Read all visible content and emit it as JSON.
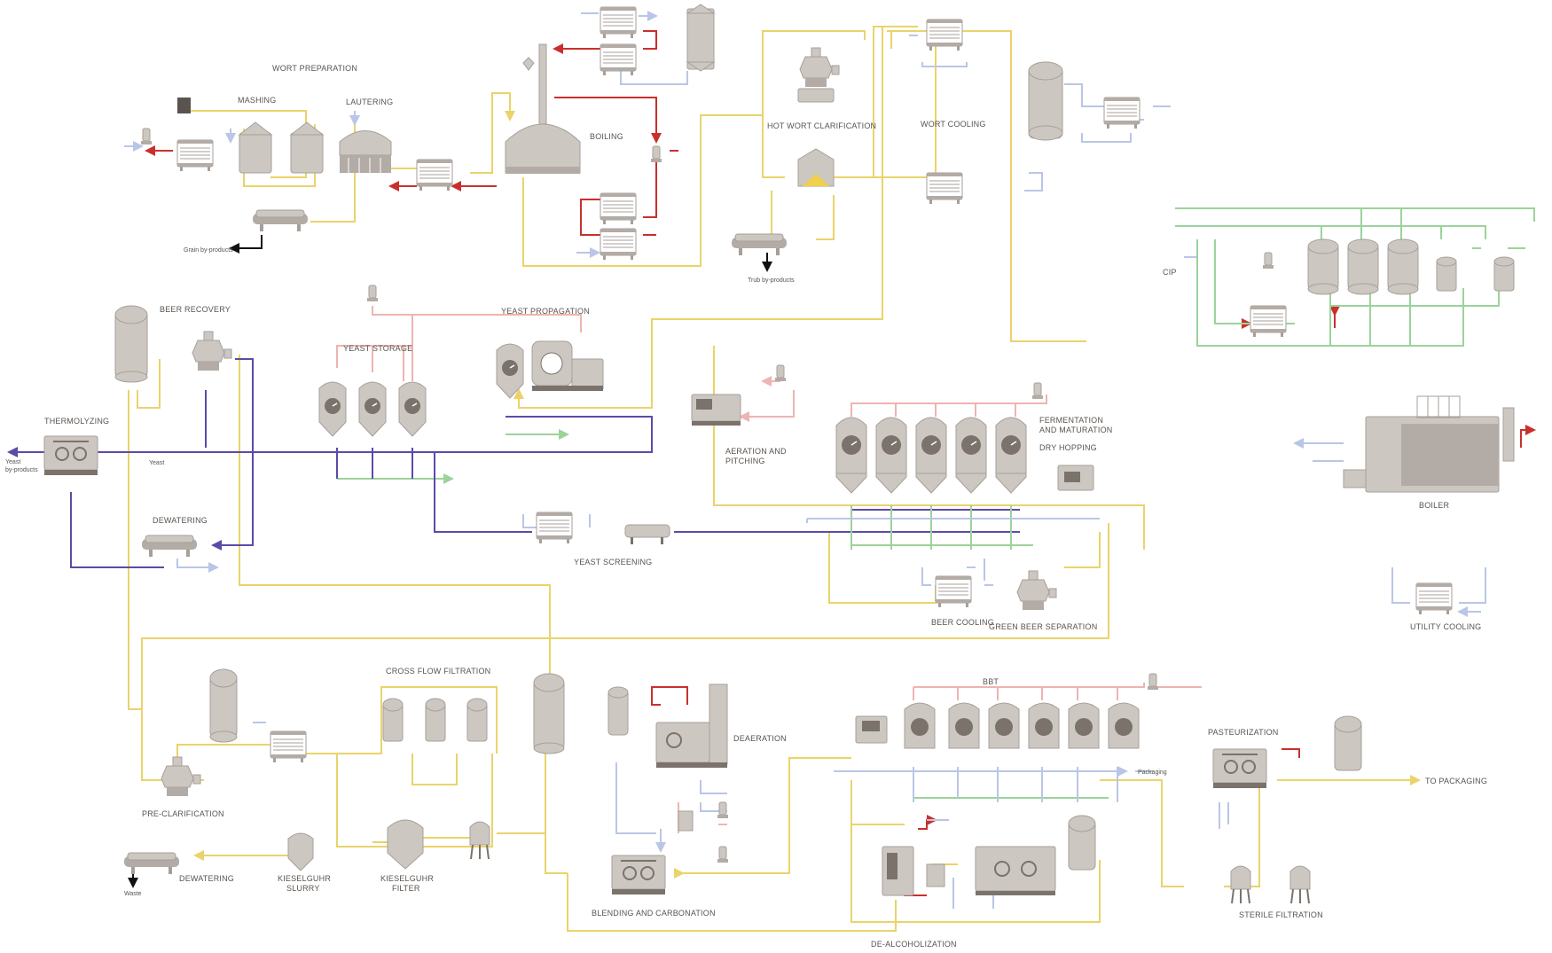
{
  "labels": {
    "wort_preparation": "WORT PREPARATION",
    "mashing": "MASHING",
    "lautering": "LAUTERING",
    "boiling": "BOILING",
    "hot_wort_clarification": "HOT WORT CLARIFICATION",
    "wort_cooling": "WORT COOLING",
    "grain_byproducts": "Grain by-products",
    "trub_byproducts": "Trub by-products",
    "cip": "CIP",
    "beer_recovery": "BEER RECOVERY",
    "yeast_propagation": "YEAST PROPAGATION",
    "yeast_storage": "YEAST STORAGE",
    "thermolyzing": "THERMOLYZING",
    "yeast_byproducts_1": "Yeast",
    "yeast_byproducts_2": "by-products",
    "yeast_flow": "Yeast",
    "aeration_1": "AERATION AND",
    "aeration_2": "PITCHING",
    "fermentation_1": "FERMENTATION",
    "fermentation_2": "AND MATURATION",
    "dry_hopping": "DRY HOPPING",
    "dewatering_top": "DEWATERING",
    "yeast_screening": "YEAST SCREENING",
    "beer_cooling": "BEER COOLING",
    "green_beer_separation": "GREEN BEER SEPARATION",
    "boiler": "BOILER",
    "utility_cooling": "UTILITY COOLING",
    "cross_flow_filtration": "CROSS FLOW FILTRATION",
    "pre_clarification": "PRE-CLARIFICATION",
    "dewatering_bottom": "DEWATERING",
    "waste": "Waste",
    "kieselguhr_slurry_1": "KIESELGUHR",
    "kieselguhr_slurry_2": "SLURRY",
    "kieselguhr_filter_1": "KIESELGUHR",
    "kieselguhr_filter_2": "FILTER",
    "deaeration": "DEAERATION",
    "blending_carbonation": "BLENDING AND CARBONATION",
    "bbt": "BBT",
    "packaging": "Packaging",
    "pasteurization": "PASTEURIZATION",
    "to_packaging": "TO PACKAGING",
    "sterile_filtration": "STERILE FILTRATION",
    "de_alcoholization": "DE-ALCOHOLIZATION"
  },
  "colors": {
    "wort": "#ead36a",
    "hot_water": "#c9302c",
    "cold_water": "#b9c6e6",
    "cip": "#9bd39a",
    "yeast": "#5c4aa8",
    "gas": "#eeb4b1",
    "equipment": "#cdc7c2"
  },
  "icons": [
    "tank-icon",
    "heat-exchanger-icon",
    "separator-icon",
    "decanter-icon",
    "fermenter-icon",
    "filter-icon",
    "boiler-icon"
  ]
}
